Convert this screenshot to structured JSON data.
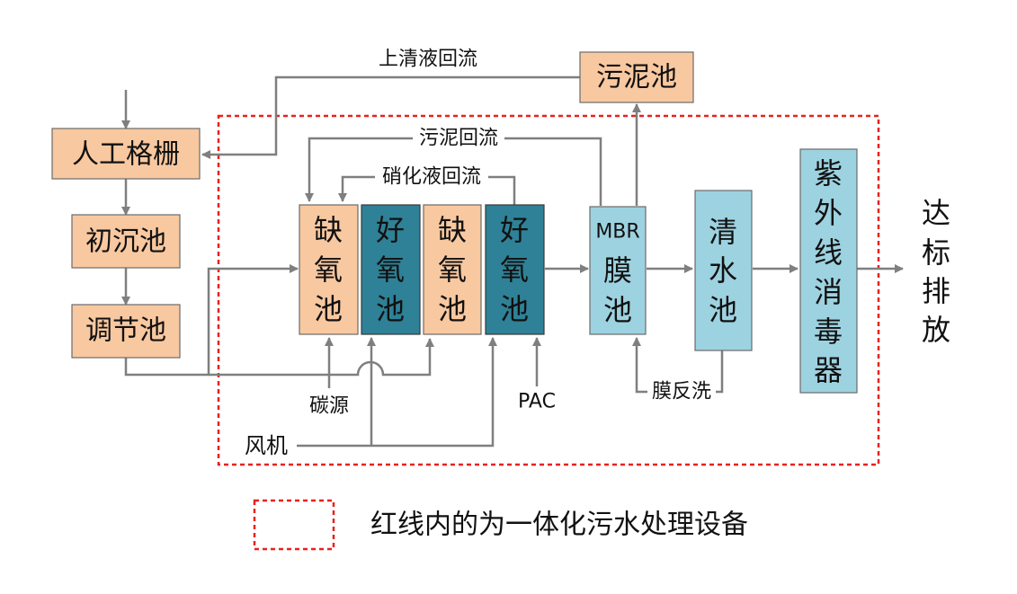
{
  "boxes": {
    "grille": "人工格栅",
    "primary_settling": "初沉池",
    "regulating": "调节池",
    "sludge_tank": "污泥池",
    "anoxic_1": [
      "缺",
      "氧",
      "池"
    ],
    "aerobic_1": [
      "好",
      "氧",
      "池"
    ],
    "anoxic_2": [
      "缺",
      "氧",
      "池"
    ],
    "aerobic_2": [
      "好",
      "氧",
      "池"
    ],
    "mbr": [
      "MBR",
      "膜",
      "池"
    ],
    "clear_water": [
      "清",
      "水",
      "池"
    ],
    "uv": [
      "紫",
      "外",
      "线",
      "消",
      "毒",
      "器"
    ]
  },
  "labels": {
    "supernatant_return": "上清液回流",
    "sludge_return": "污泥回流",
    "nitrate_return": "硝化液回流",
    "carbon_source": "碳源",
    "pac": "PAC",
    "membrane_backwash": "膜反洗",
    "blower": "风机",
    "discharge": [
      "达",
      "标",
      "排",
      "放"
    ]
  },
  "legend": {
    "text": "红线内的为一体化污水处理设备"
  },
  "colors": {
    "peach": "#F8C8A0",
    "teal": "#2E8196",
    "light_blue": "#9DD2E0",
    "arrow": "#7F7F7F",
    "dashed_red": "#E8211E"
  }
}
